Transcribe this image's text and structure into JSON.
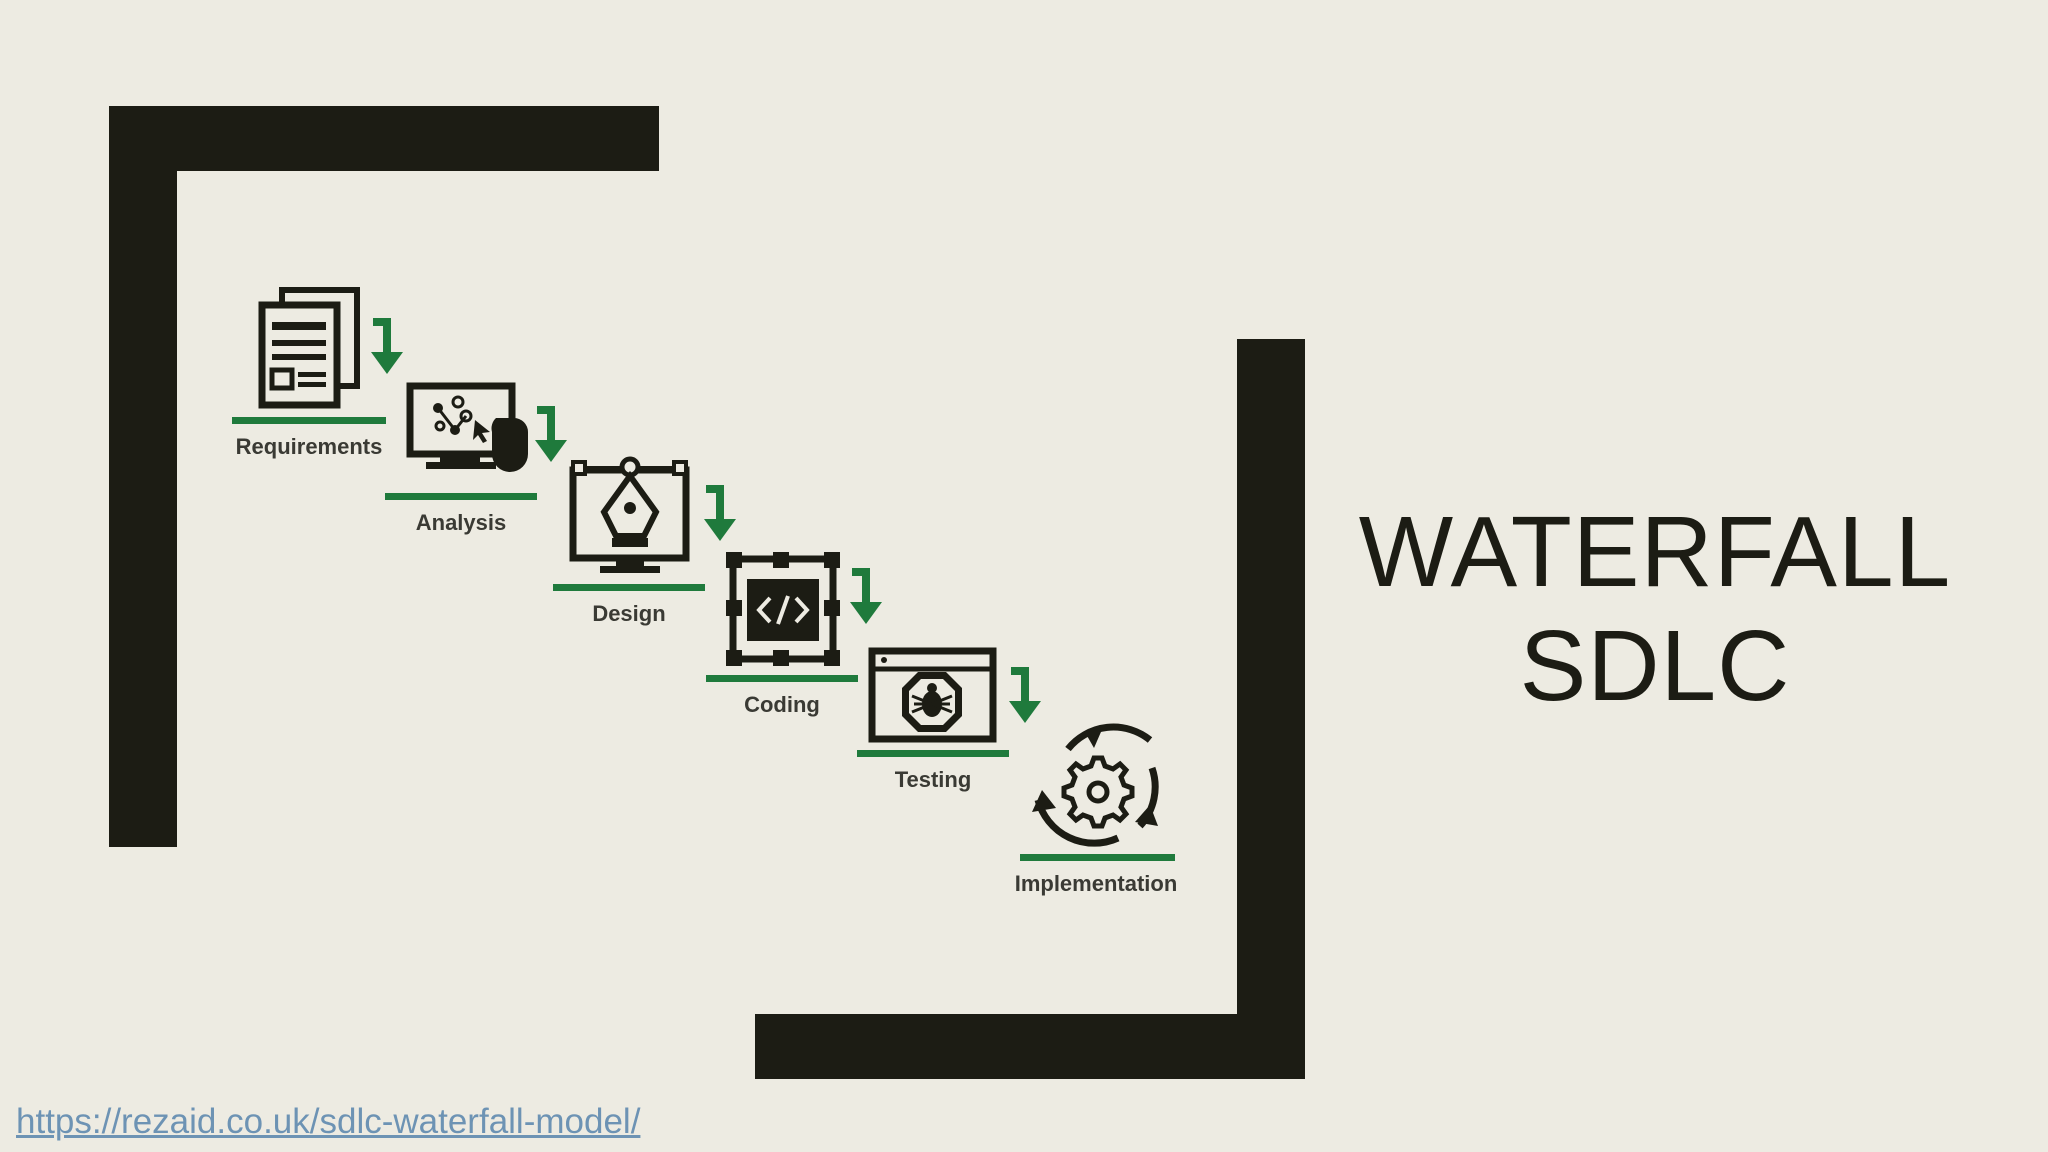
{
  "slide": {
    "title_line1": "WATERFALL",
    "title_line2": "SDLC",
    "source_link": "https://rezaid.co.uk/sdlc-waterfall-model/"
  },
  "diagram": {
    "accent_color": "#1f7a3c",
    "ink_color": "#1c1c14",
    "steps": [
      {
        "label": "Requirements",
        "icon": "document-icon"
      },
      {
        "label": "Analysis",
        "icon": "monitor-analysis-icon"
      },
      {
        "label": "Design",
        "icon": "design-pen-icon"
      },
      {
        "label": "Coding",
        "icon": "code-icon"
      },
      {
        "label": "Testing",
        "icon": "bug-icon"
      },
      {
        "label": "Implementation",
        "icon": "gear-cycle-icon"
      }
    ]
  }
}
